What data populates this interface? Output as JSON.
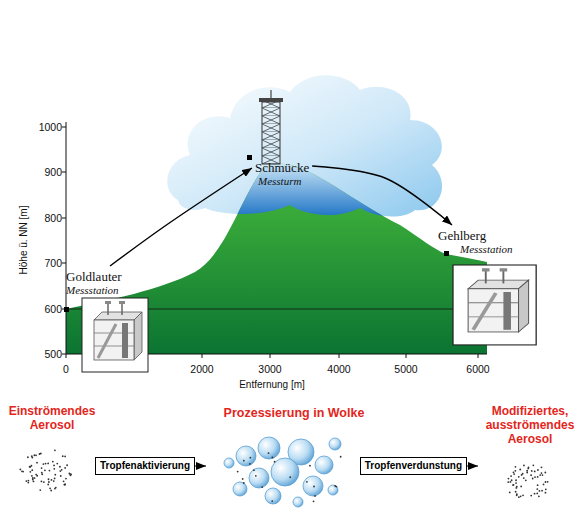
{
  "diagram": {
    "nodes": [
      {
        "text": [
          "Goldlauter",
          "Messstation"
        ]
      },
      {
        "text": [
          "Schmücke",
          "Messturm"
        ]
      },
      {
        "text": [
          "Gehlberg",
          "Messstation"
        ]
      },
      {
        "text": [
          "Einströmendes Aerosol"
        ]
      },
      {
        "text": [
          "Prozessierung in Wolke"
        ]
      },
      {
        "text": [
          "Modifiziertes, ausströmendes Aerosol"
        ]
      }
    ],
    "edges": [
      {
        "from": 0,
        "to": 1,
        "arrow": "to"
      },
      {
        "from": 1,
        "to": 2,
        "arrow": "to"
      },
      {
        "from": 3,
        "to": 4,
        "label": "Tropfenaktivierung",
        "arrow": "to"
      },
      {
        "from": 4,
        "to": 5,
        "label": "Tropfenverdunstung",
        "arrow": "to"
      }
    ],
    "labels": [
      "Höhe ü. NN [m]",
      "1000",
      "900",
      "800",
      "700",
      "600",
      "500",
      "0",
      "2000",
      "3000",
      "4000",
      "5000",
      "6000",
      "Entfernung [m]"
    ]
  }
}
